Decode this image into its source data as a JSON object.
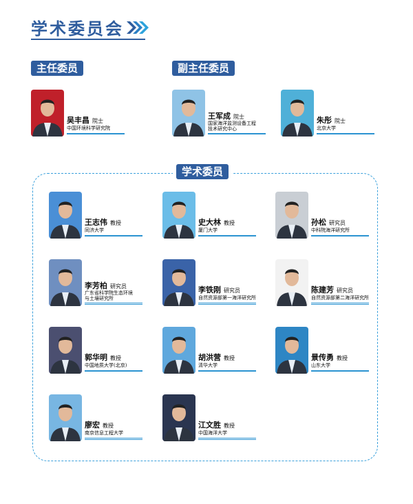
{
  "title": "学术委员会",
  "sections": {
    "director": "主任委员",
    "vice_director": "副主任委员",
    "members": "学术委员"
  },
  "director": {
    "name": "吴丰昌",
    "title": "院士",
    "org": "中国环境科学研究院",
    "bg": "#c0202a"
  },
  "vice_directors": [
    {
      "name": "王军成",
      "title": "院士",
      "org": "国家海洋监测设备工程",
      "org2": "技术研究中心",
      "bg": "#8fc3e6"
    },
    {
      "name": "朱彤",
      "title": "院士",
      "org": "北京大学",
      "bg": "#4fb0d8"
    }
  ],
  "members": [
    {
      "name": "王志伟",
      "title": "教授",
      "org": "同济大学",
      "bg": "#4a8fd6"
    },
    {
      "name": "史大林",
      "title": "教授",
      "org": "厦门大学",
      "bg": "#6bbde8"
    },
    {
      "name": "孙松",
      "title": "研究员",
      "org": "中科院海洋研究所",
      "bg": "#c9ced4"
    },
    {
      "name": "李芳柏",
      "title": "研究员",
      "org": "广东省科学院生态环境",
      "org2": "与土壤研究所",
      "bg": "#6f8fc0"
    },
    {
      "name": "李铁刚",
      "title": "研究员",
      "org": "自然资源部第一海洋研究所",
      "bg": "#3a63a8"
    },
    {
      "name": "陈建芳",
      "title": "研究员",
      "org": "自然资源部第二海洋研究所",
      "bg": "#f2f2f2"
    },
    {
      "name": "郭华明",
      "title": "教授",
      "org": "中国地质大学(北京)",
      "bg": "#4b4f70"
    },
    {
      "name": "胡洪营",
      "title": "教授",
      "org": "清华大学",
      "bg": "#5fa8dd"
    },
    {
      "name": "景传勇",
      "title": "教授",
      "org": "山东大学",
      "bg": "#2e86c4"
    },
    {
      "name": "廖宏",
      "title": "教授",
      "org": "南京信息工程大学",
      "bg": "#78b6e2"
    },
    {
      "name": "江文胜",
      "title": "教授",
      "org": "中国海洋大学",
      "bg": "#2a3550"
    }
  ]
}
